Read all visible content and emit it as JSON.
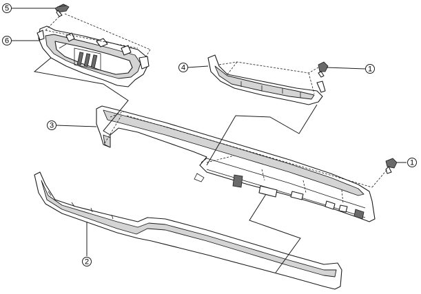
{
  "callouts": {
    "c1": "1",
    "c1b": "1",
    "c2": "2",
    "c3": "3",
    "c4": "4",
    "c5": "5",
    "c6": "6"
  },
  "colors": {
    "line": "#1a1a1a",
    "shade": "#d4d4d4",
    "background": "#ffffff"
  }
}
